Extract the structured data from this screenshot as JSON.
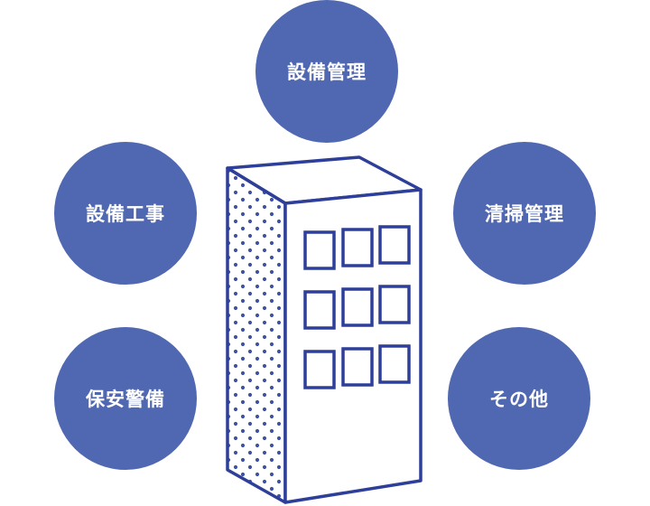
{
  "services": [
    {
      "id": "top",
      "label": "設備管理"
    },
    {
      "id": "left-upper",
      "label": "設備工事"
    },
    {
      "id": "right-upper",
      "label": "清掃管理"
    },
    {
      "id": "left-lower",
      "label": "保安警備"
    },
    {
      "id": "right-lower",
      "label": "その他"
    }
  ],
  "colors": {
    "circle_fill": "#5068b2",
    "label_text": "#ffffff",
    "building_stroke": "#2e3f9a",
    "building_fill": "#ffffff",
    "dot_color": "#3d52a8"
  },
  "icons": {
    "center": "building-icon"
  }
}
